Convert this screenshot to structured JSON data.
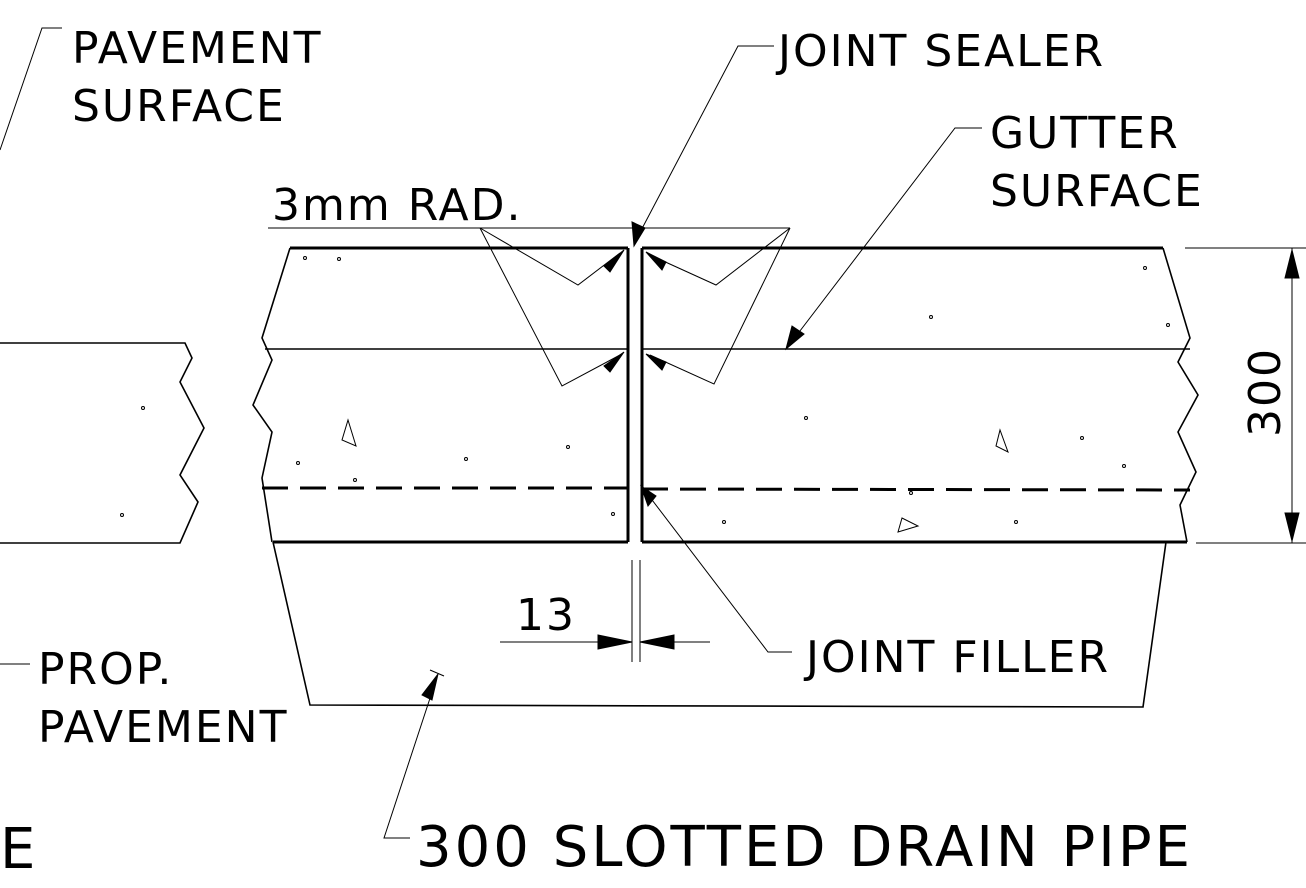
{
  "labels": {
    "pavement_surface_1": "PAVEMENT",
    "pavement_surface_2": "SURFACE",
    "joint_sealer": "JOINT SEALER",
    "gutter_surface_1": "GUTTER",
    "gutter_surface_2": "SURFACE",
    "radius": "3mm RAD.",
    "depth_dim": "300",
    "gap_dim": "13",
    "joint_filler": "JOINT FILLER",
    "prop_pavement_1": "PROP.",
    "prop_pavement_2": "PAVEMENT",
    "drain_pipe": "300 SLOTTED DRAIN PIPE",
    "cut_letter": "E"
  }
}
